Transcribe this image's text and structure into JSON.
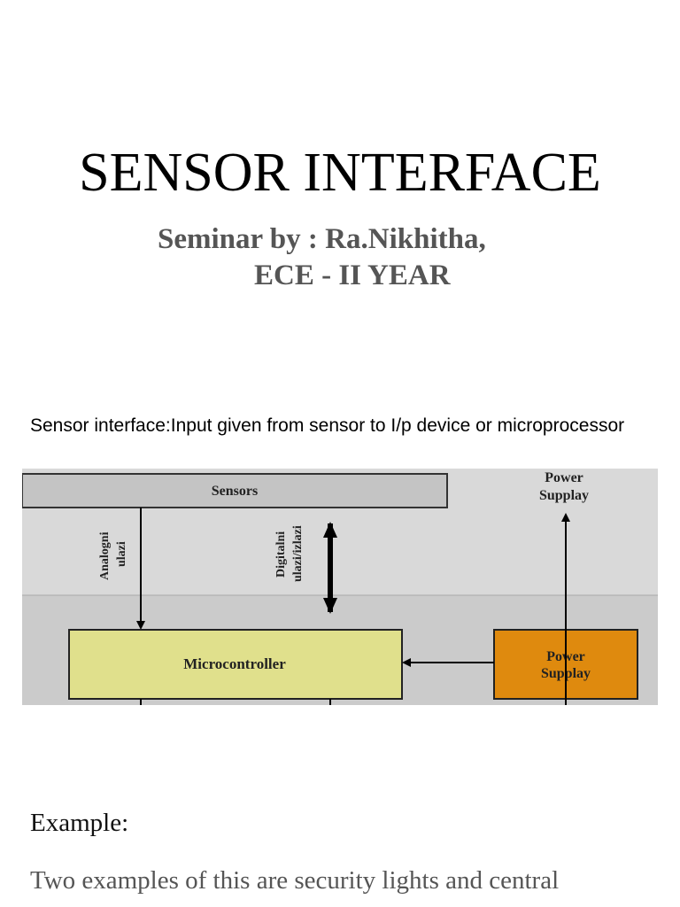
{
  "slide1": {
    "title": "SENSOR INTERFACE",
    "subtitle_line1": "Seminar by : Ra.Nikhitha,",
    "subtitle_line2": "ECE - II YEAR"
  },
  "slide2": {
    "caption": "Sensor interface:Input given from sensor to I/p device or microprocessor",
    "diagram": {
      "sensors_label": "Sensors",
      "analog_label_1": "Analogni",
      "analog_label_2": "ulazi",
      "digital_label_1": "Digitalni",
      "digital_label_2": "ulazi/izlazi",
      "microcontroller_label": "Microcontroller",
      "power_supply_top_1": "Power",
      "power_supply_top_2": "Supplay",
      "power_supply_box_1": "Power",
      "power_supply_box_2": "Supplay",
      "colors": {
        "background_top": "#d9d9d9",
        "background_bottom": "#cbcbcb",
        "sensors_box": "#c4c4c4",
        "microcontroller_box": "#e0e08c",
        "power_box": "#df8a0e"
      }
    }
  },
  "slide3": {
    "heading": "Example:",
    "text": "Two examples of this are security lights and central"
  }
}
